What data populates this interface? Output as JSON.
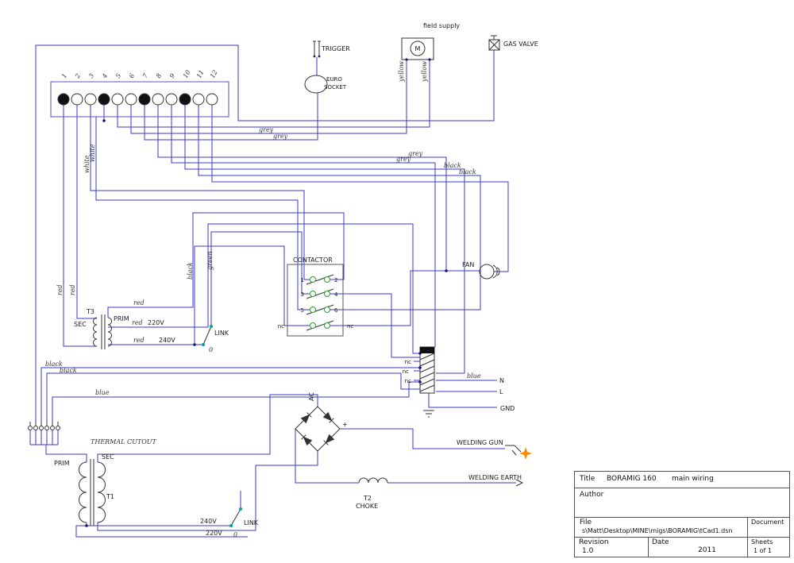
{
  "colors": {
    "wire": "#3a3acc",
    "component": "#333333",
    "contact_green": "#2a9d2a",
    "switch_teal": "#00a2a2",
    "star_orange": "#ff8c00"
  },
  "terminal_block": {
    "numbers": [
      "1",
      "2",
      "3",
      "4",
      "5",
      "6",
      "7",
      "8",
      "9",
      "10",
      "11",
      "12"
    ]
  },
  "contactor": {
    "title": "CONTACTOR",
    "terminals": [
      "1",
      "2",
      "3",
      "4",
      "5",
      "6"
    ],
    "nc": "nc"
  },
  "labels": {
    "trigger": "TRIGGER",
    "euro_line1": "EURO",
    "euro_line2": "SOCKET",
    "field_supply": "field supply",
    "motor": "M",
    "gas_valve": "GAS VALVE",
    "fan": "FAN",
    "welding_gun": "WELDING GUN",
    "welding_earth": "WELDING EARTH",
    "thermal_cutout": "THERMAL CUTOUT",
    "t1": "T1",
    "t2": "T2",
    "t3": "T3",
    "choke": "CHOKE",
    "prim": "PRIM",
    "sec": "SEC",
    "link": "LINK",
    "v220": "220V",
    "v240": "240V",
    "n": "N",
    "l": "L",
    "gnd": "GND",
    "ac": "AC",
    "plus": "+",
    "zero": "0"
  },
  "wire_colors": {
    "yellow": "yellow",
    "grey": "grey",
    "black": "black",
    "white": "white",
    "red": "red",
    "blue": "blue",
    "green": "green"
  },
  "title_block": {
    "title_label": "Title",
    "title_value": "BORAMIG 160",
    "title_value_2": "main wiring",
    "author_label": "Author",
    "file_label": "File",
    "file_value": "s\\Matt\\Desktop\\MINE\\migs\\BORAMIG\\tCad1.dsn",
    "document_label": "Document",
    "revision_label": "Revision",
    "revision_value": "1.0",
    "date_label": "Date",
    "date_value": "2011",
    "sheets_label": "Sheets",
    "sheets_value": "1 of 1"
  }
}
